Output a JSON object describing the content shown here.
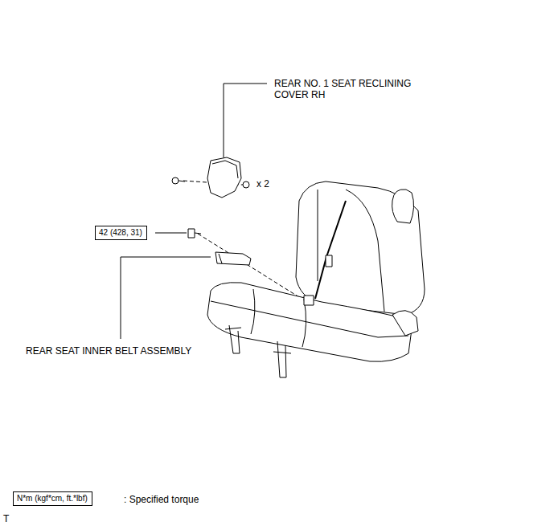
{
  "diagram": {
    "nodes": [
      {
        "text": [
          "42 (428, 31)"
        ]
      },
      {
        "text": [
          "N*m (kgf*cm, ft.*lbf)"
        ]
      }
    ],
    "labels": [
      "REAR NO. 1 SEAT RECLINING COVER RH",
      "x 2",
      "REAR SEAT INNER BELT ASSEMBLY",
      ": Specified torque",
      "T"
    ]
  }
}
